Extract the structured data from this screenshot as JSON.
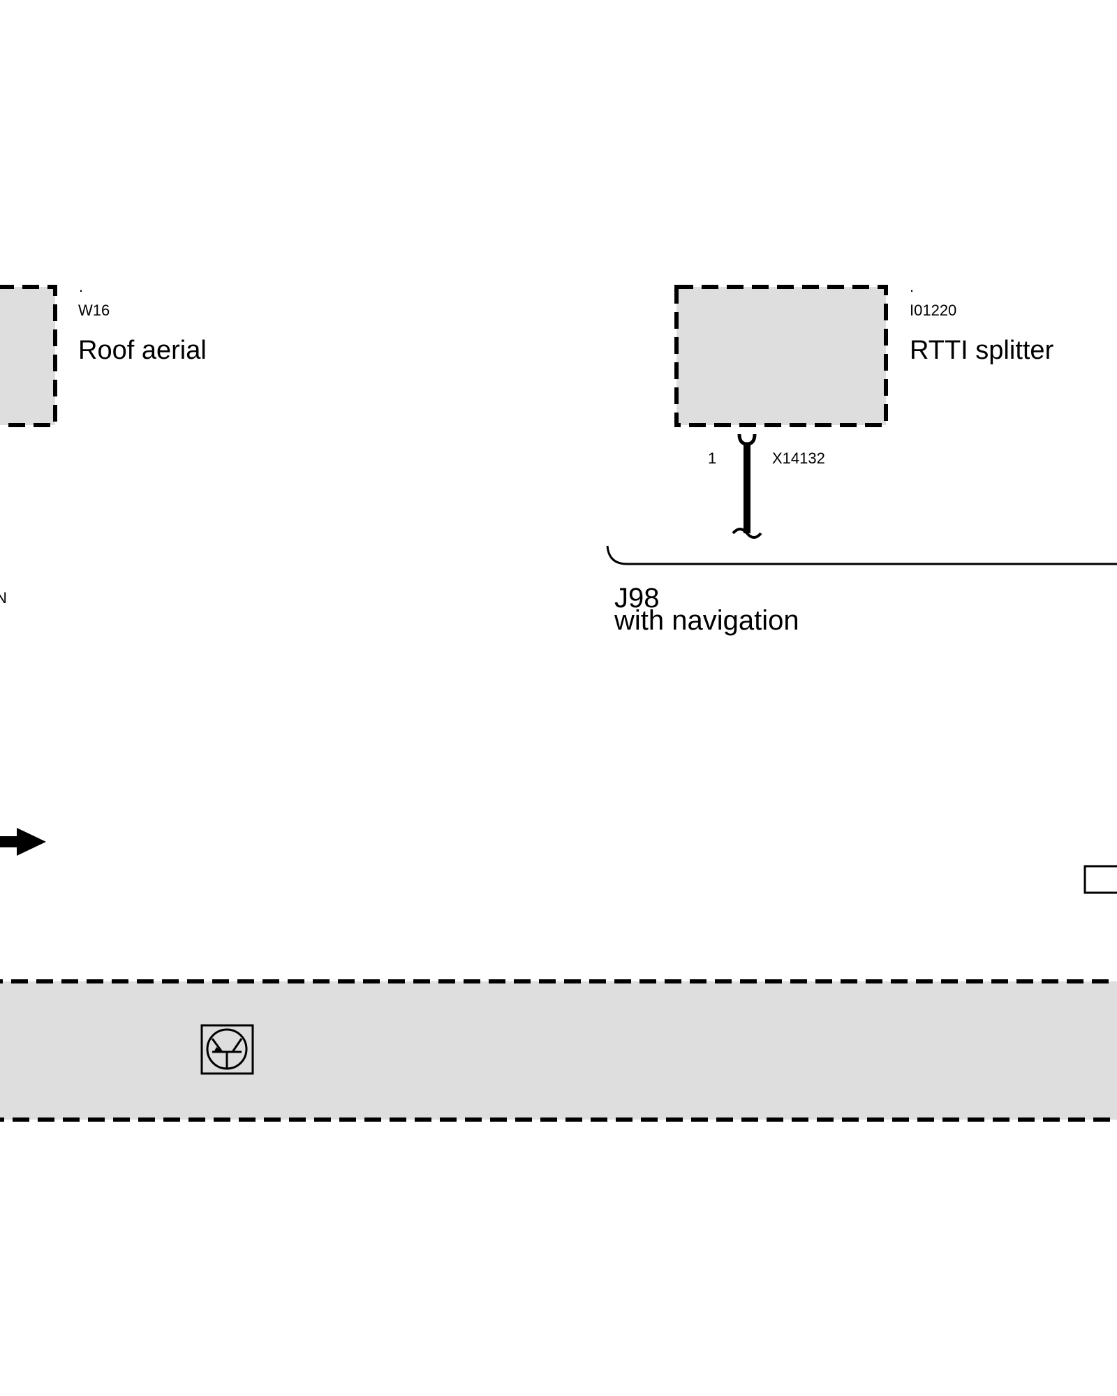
{
  "components": {
    "roof_aerial": {
      "dot": ".",
      "code": "W16",
      "name": "Roof aerial"
    },
    "rtti_splitter": {
      "dot": ".",
      "code": "I01220",
      "name": "RTTI splitter"
    }
  },
  "connector": {
    "pin": "1",
    "code": "X14132"
  },
  "bracket": {
    "line1": "J98",
    "line2": "with navigation"
  },
  "left_edge_fragment": "N",
  "colors": {
    "component_fill": "#dedede",
    "line": "#000000",
    "background": "#ffffff"
  },
  "icons": {
    "arrow": "right-arrow-icon",
    "module": "transistor-symbol-icon"
  }
}
